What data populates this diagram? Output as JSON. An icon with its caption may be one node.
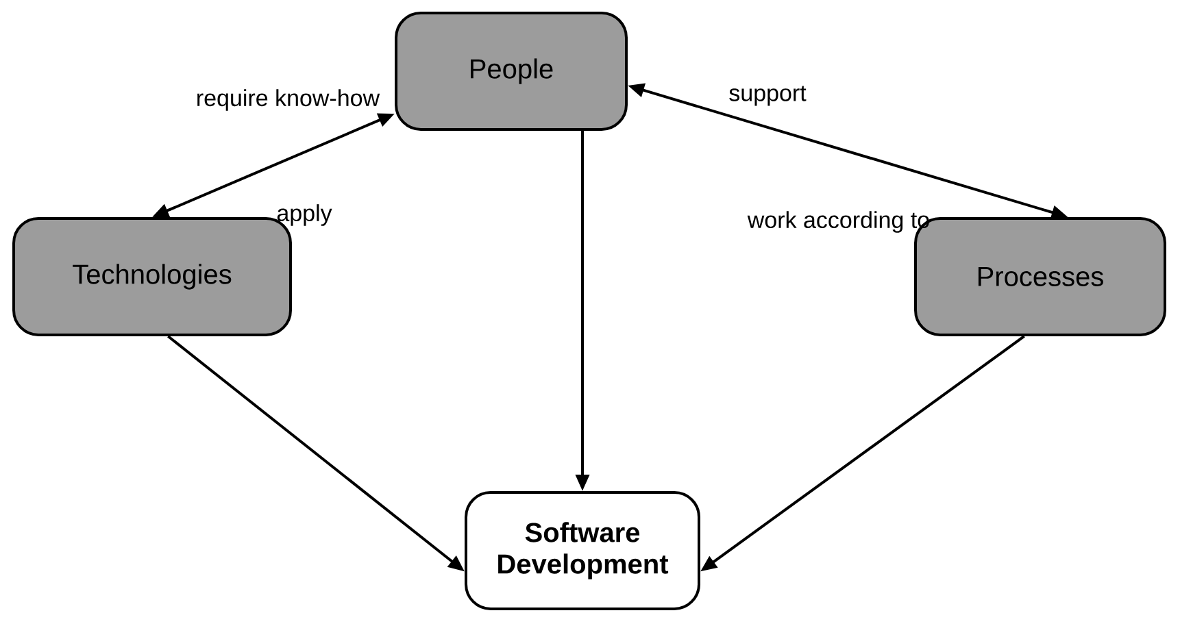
{
  "diagram": {
    "nodes": [
      {
        "text": [
          "People"
        ]
      },
      {
        "text": [
          "Technologies"
        ]
      },
      {
        "text": [
          "Processes"
        ]
      },
      {
        "text": [
          "**Software Development**"
        ]
      }
    ],
    "edges": [
      {
        "from": 0,
        "to": 1,
        "arrow": "both"
      },
      {
        "from": 0,
        "to": 2,
        "arrow": "both"
      },
      {
        "from": 0,
        "to": 3,
        "arrow": "to"
      },
      {
        "from": 1,
        "to": 3,
        "arrow": "to"
      },
      {
        "from": 2,
        "to": 3,
        "arrow": "to"
      }
    ],
    "labels": [
      "require know-how",
      "support",
      "apply",
      "work according to"
    ]
  }
}
